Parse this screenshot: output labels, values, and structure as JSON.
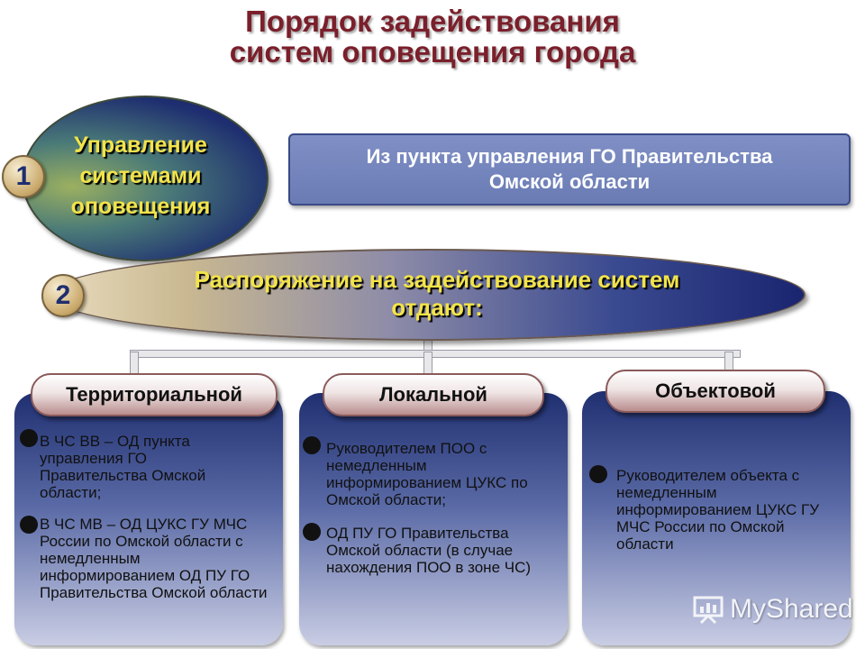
{
  "title": {
    "line1": "Порядок задействования",
    "line2": "систем оповещения города"
  },
  "step1": {
    "number": "1",
    "ellipse_text": "Управление системами оповещения",
    "box_line1": "Из пункта управления ГО Правительства",
    "box_line2": "Омской области"
  },
  "step2": {
    "number": "2",
    "line1": "Распоряжение на задействование систем",
    "line2": "отдают:"
  },
  "columns": [
    {
      "heading": "Территориальной",
      "items": [
        "В ЧС ВВ – ОД пункта управления ГО Правительства Омской области;",
        "В ЧС МВ – ОД ЦУКС ГУ МЧС России по Омской области с немедленным информированием ОД ПУ ГО Правительства Омской области"
      ]
    },
    {
      "heading": "Локальной",
      "items": [
        "Руководителем ПОО с немедленным информированием ЦУКС по Омской области;",
        "ОД ПУ ГО Правительства Омской области (в случае нахождения ПОО в зоне ЧС)"
      ]
    },
    {
      "heading": "Объектовой",
      "items": [
        "Руководителем объекта с немедленным информированием ЦУКС ГУ МЧС России по Омской области"
      ]
    }
  ],
  "watermark": "MyShared",
  "colors": {
    "title": "#7a1f2b",
    "ellipse_text": "#f2e34a",
    "panel_dark": "#1f2f70",
    "box_fill": "#6f80b8"
  }
}
